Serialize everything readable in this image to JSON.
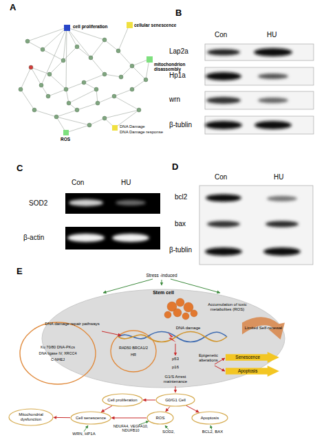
{
  "diagram": {
    "nodes": [
      {
        "text": [
          "Stem cell"
        ]
      },
      {
        "text": [
          "Ku 70/80 DNA-PKcs",
          "DNA ligase IV, XRCC4",
          "C-NHEJ"
        ]
      },
      {
        "text": [
          "RAD50 BRCA1/2",
          "HR"
        ],
        "in": 0
      },
      {
        "text": [
          "Limited Self-renewal"
        ],
        "in": 0
      },
      {
        "text": [
          "Senescence"
        ],
        "in": 0
      },
      {
        "text": [
          "Apoptosis"
        ],
        "in": 0
      },
      {
        "text": [
          "G0/G1 Cell"
        ]
      },
      {
        "text": [
          "Cell proliferation"
        ]
      },
      {
        "text": [
          "Cell senescence"
        ]
      },
      {
        "text": [
          "Mitochondrial dysfunction"
        ]
      },
      {
        "text": [
          "ROS"
        ]
      },
      {
        "text": [
          "Apoptosis"
        ]
      }
    ],
    "edges": [
      {
        "from": 6,
        "to": 7,
        "arrow": "to"
      },
      {
        "from": 7,
        "to": 8,
        "arrow": "to"
      },
      {
        "from": 8,
        "to": 9,
        "arrow": "to"
      },
      {
        "from": 10,
        "to": 8,
        "arrow": "to"
      },
      {
        "from": 6,
        "to": 10,
        "arrow": "to"
      },
      {
        "from": 6,
        "to": 11,
        "arrow": "to"
      }
    ],
    "labels": [
      "A",
      "cell proliferation",
      "cellular senescence",
      "mitochondrion disassembly",
      "DNA Damage",
      "DNA Damage response",
      "ROS",
      "B",
      "Con",
      "HU",
      "Lap2a",
      "Hp1a",
      "wrn",
      "β-tublin",
      "C",
      "Con",
      "HU",
      "SOD2",
      "β-actin",
      "D",
      "Con",
      "HU",
      "bcl2",
      "bax",
      "β-tublin",
      "E",
      "Stress -induced",
      "Accumulation of toxic metabolites (ROS)",
      "DNA damage repair pathways",
      "DNA damage",
      "p53",
      "p16",
      "G1/S Arrest maintenance",
      "Epigenetic alterations",
      "WRN, HP1A",
      "NDUFA4, VEGFA10, NDUFB10",
      "SOD2,",
      "BCL2, BAX"
    ]
  }
}
